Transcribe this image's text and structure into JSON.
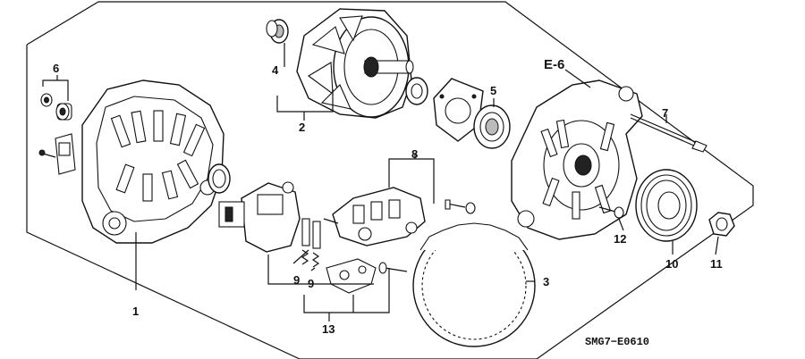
{
  "diagram": {
    "callouts": [
      {
        "id": "c1",
        "text": "1"
      },
      {
        "id": "c2",
        "text": "2"
      },
      {
        "id": "c3",
        "text": "3"
      },
      {
        "id": "c4",
        "text": "4"
      },
      {
        "id": "c5",
        "text": "5"
      },
      {
        "id": "c6",
        "text": "6"
      },
      {
        "id": "c7",
        "text": "7"
      },
      {
        "id": "c8",
        "text": "8"
      },
      {
        "id": "c9a",
        "text": "9"
      },
      {
        "id": "c9b",
        "text": "9"
      },
      {
        "id": "c10",
        "text": "10"
      },
      {
        "id": "c11",
        "text": "11"
      },
      {
        "id": "c12",
        "text": "12"
      },
      {
        "id": "c13",
        "text": "13"
      }
    ],
    "section_ref": "E-6",
    "drawing_code": "SMG7−E0610"
  }
}
